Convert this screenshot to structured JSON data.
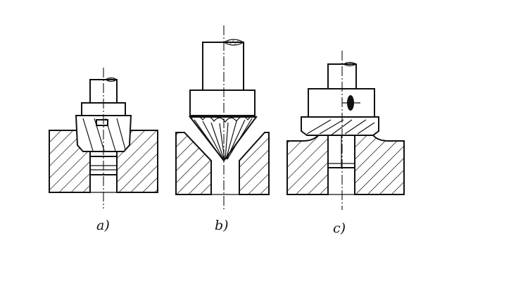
{
  "figure": {
    "panels": [
      {
        "id": "a",
        "caption": "a)"
      },
      {
        "id": "b",
        "caption": "b)"
      },
      {
        "id": "c",
        "caption": "c)"
      }
    ]
  }
}
